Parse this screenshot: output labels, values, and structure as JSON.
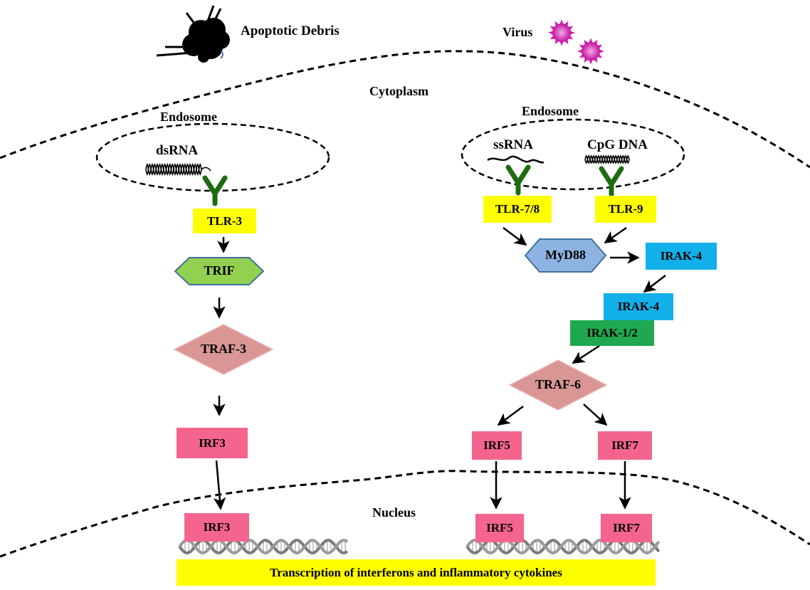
{
  "labels": {
    "apoptotic_debris": "Apoptotic Debris",
    "virus": "Virus",
    "cytoplasm": "Cytoplasm",
    "endosome_left": "Endosome",
    "endosome_right": "Endosome",
    "nucleus": "Nucleus",
    "dsrna": "dsRNA",
    "ssrna": "ssRNA",
    "cpg_dna": "CpG DNA"
  },
  "nodes": {
    "tlr3": "TLR-3",
    "trif": "TRIF",
    "traf3": "TRAF-3",
    "irf3_cyto": "IRF3",
    "irf3_nuc": "IRF3",
    "tlr78": "TLR-7/8",
    "tlr9": "TLR-9",
    "myd88": "MyD88",
    "irak4_a": "IRAK-4",
    "irak4_b": "IRAK-4",
    "irak12": "IRAK-1/2",
    "traf6": "TRAF-6",
    "irf5_cyto": "IRF5",
    "irf7_cyto": "IRF7",
    "irf5_nuc": "IRF5",
    "irf7_nuc": "IRF7"
  },
  "footer": {
    "transcription": "Transcription of interferons and inflammatory cytokines"
  },
  "colors": {
    "receptor_yellow": "#ffff00",
    "irf_pink": "#f4648f",
    "irak_blue": "#12b0ea",
    "irak12_green": "#1fa84f",
    "trif_green": "#92d050",
    "myd88_blue": "#8db3e2",
    "traf_rose": "#d99694",
    "receptor_dark_green": "#1e6b12",
    "virus_magenta": "#d61fb4"
  },
  "icons": [
    "apoptotic-debris-icon",
    "virus-icon",
    "receptor-y-icon",
    "dna-helix-icon"
  ]
}
